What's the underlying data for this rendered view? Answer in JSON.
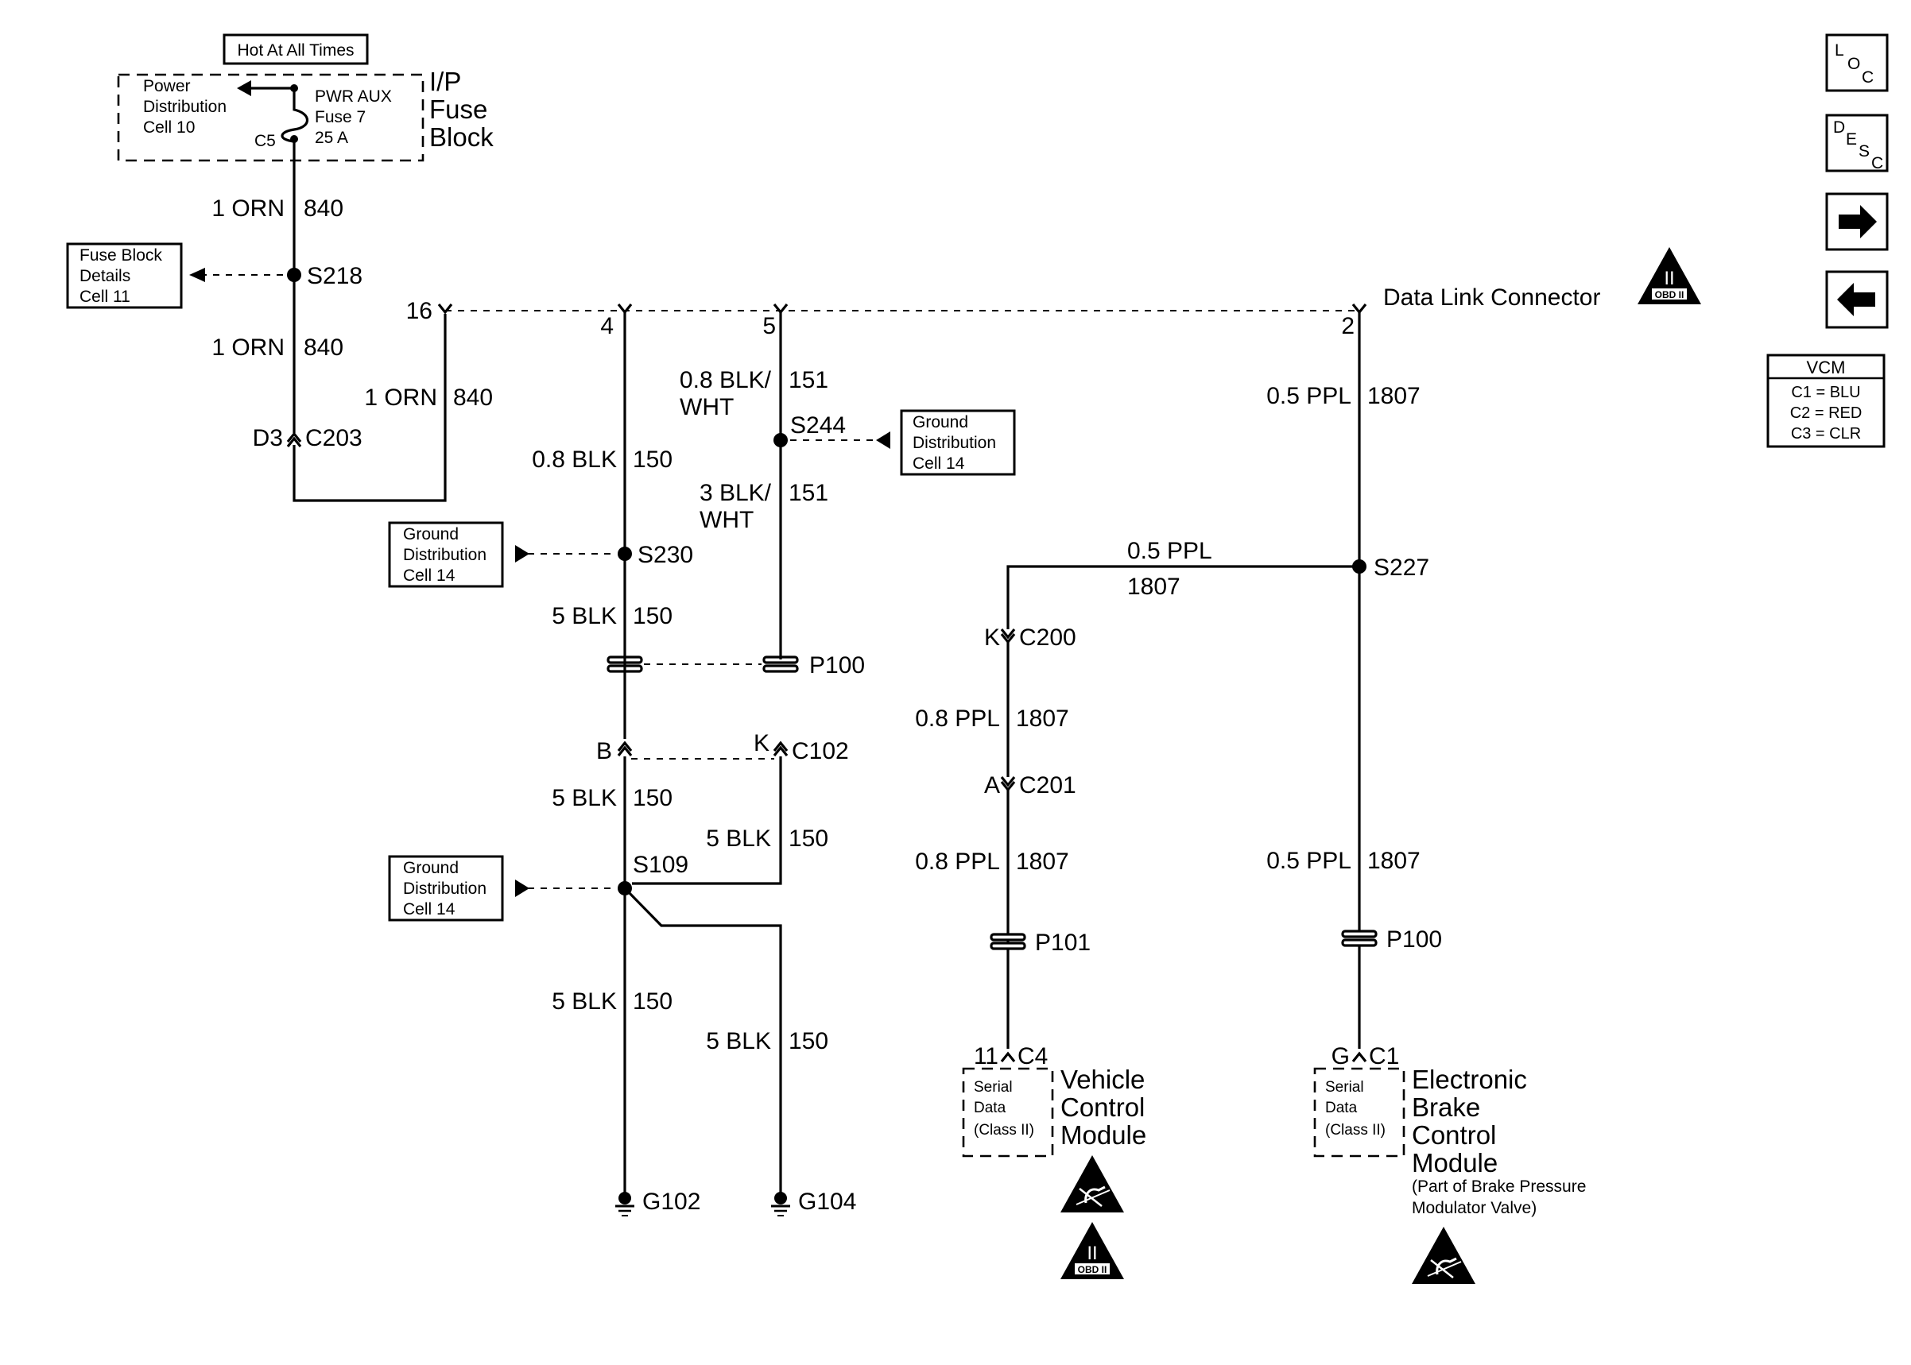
{
  "fuse_block": {
    "hot_label": "Hot At All Times",
    "power_distribution": [
      "Power",
      "Distribution",
      "Cell 10"
    ],
    "fuse": [
      "PWR AUX",
      "Fuse 7",
      "25 A"
    ],
    "connector": "C5",
    "block_name": [
      "I/P",
      "Fuse",
      "Block"
    ]
  },
  "wires": {
    "orn_gauge": "1 ORN",
    "orn_circuit": "840",
    "blk_wht_08": [
      "0.8 BLK/",
      "WHT"
    ],
    "blk_wht_3": [
      "3 BLK/",
      "WHT"
    ],
    "c151": "151",
    "blk_08": "0.8 BLK",
    "blk_5": "5 BLK",
    "c150": "150",
    "ppl_05": "0.5 PPL",
    "ppl_08": "0.8 PPL",
    "c1807": "1807"
  },
  "splices": {
    "s218": "S218",
    "s244": "S244",
    "s230": "S230",
    "s109": "S109",
    "s227": "S227"
  },
  "connectors": {
    "d3": "D3",
    "c203": "C203",
    "p100": "P100",
    "b": "B",
    "k": "K",
    "c102": "C102",
    "c200": "C200",
    "a": "A",
    "c201": "C201",
    "p101": "P101",
    "pin11": "11",
    "c4": "C4",
    "pin_g": "G",
    "c1": "C1"
  },
  "dlc": {
    "title": "Data Link Connector",
    "pin16": "16",
    "pin4": "4",
    "pin5": "5",
    "pin2": "2"
  },
  "refs": {
    "fuse_block_details": [
      "Fuse Block",
      "Details",
      "Cell 11"
    ],
    "ground_distribution": [
      "Ground",
      "Distribution",
      "Cell 14"
    ]
  },
  "grounds": {
    "g102": "G102",
    "g104": "G104"
  },
  "modules": {
    "serial_data": [
      "Serial",
      "Data",
      "(Class II)"
    ],
    "vcm_name": [
      "Vehicle",
      "Control",
      "Module"
    ],
    "ebcm_name": [
      "Electronic",
      "Brake",
      "Control",
      "Module"
    ],
    "ebcm_note": [
      "(Part of Brake Pressure",
      "Modulator Valve)"
    ]
  },
  "symbols": {
    "obd": "OBD II",
    "numeral": "II"
  },
  "nav": {
    "loc": [
      "L",
      "O",
      "C"
    ],
    "desc": [
      "D",
      "E",
      "S",
      "C"
    ]
  },
  "legend": {
    "title": "VCM",
    "rows": [
      "C1 = BLU",
      "C2 = RED",
      "C3 = CLR"
    ]
  }
}
